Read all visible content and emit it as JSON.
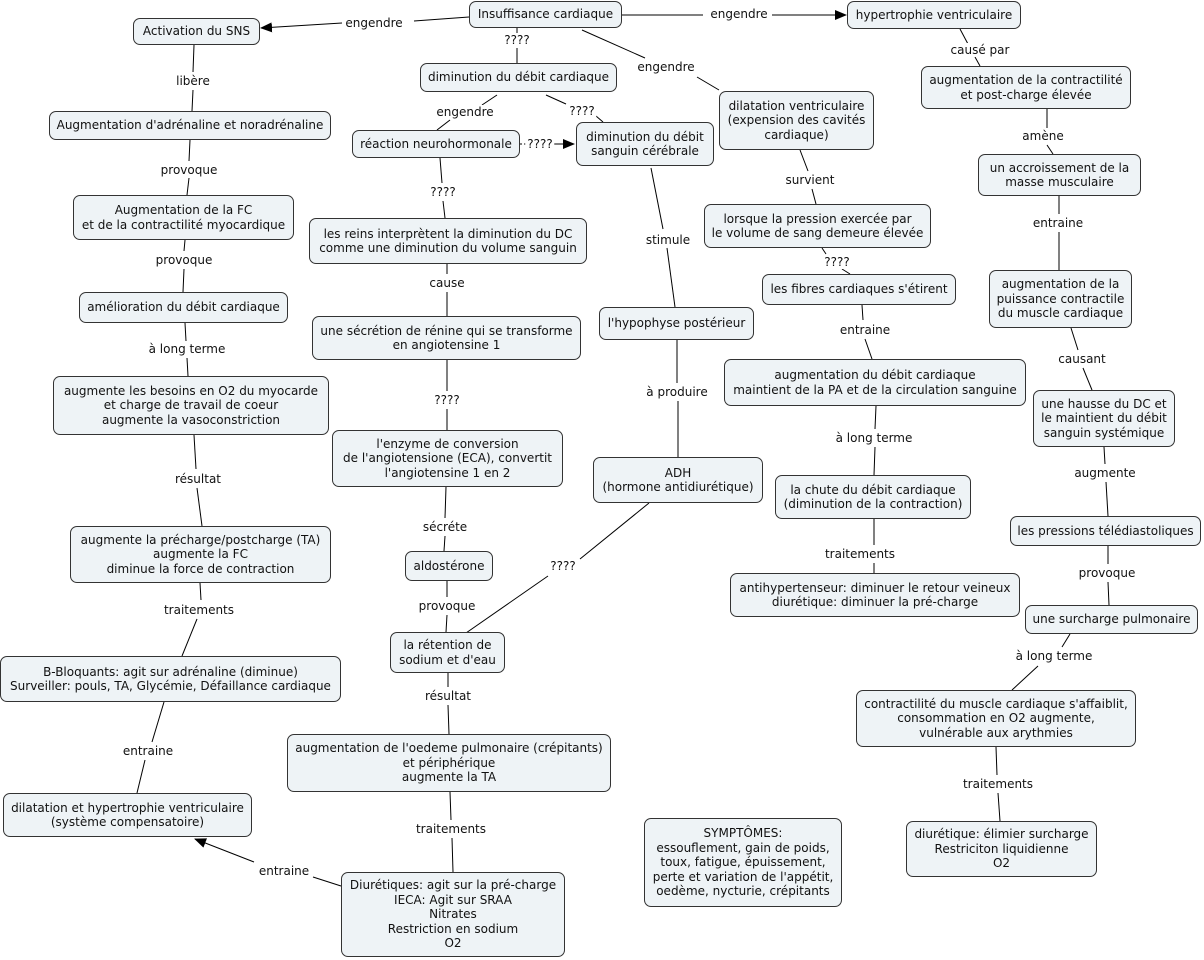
{
  "nodes": {
    "insuffisance": "Insuffisance cardiaque",
    "activation_sns": "Activation du SNS",
    "hypertrophie_ventriculaire": "hypertrophie ventriculaire",
    "diminution_debit": "diminution du débit cardiaque",
    "augm_adrenaline": "Augmentation d'adrénaline et noradrénaline",
    "reaction_neuro": "réaction neurohormonale",
    "diminution_cerebral": "diminution du débit\nsanguin cérébrale",
    "dilatation": "dilatation ventriculaire\n(expension des cavités\ncardiaque)",
    "augm_contractilite_postcharge": "augmentation de la contractilité\net post-charge élevée",
    "accroissement_masse": "un accroissement de la\nmasse musculaire",
    "augm_fc_contractilite": "Augmentation de la FC\net de la contractilité myocardique",
    "reins": "les reins interprètent la diminution du DC\ncomme une diminution du volume sanguin",
    "pression_elevee": "lorsque la pression exercée par\nle volume de sang demeure élevée",
    "fibres_etirent": "les fibres cardiaques s'étirent",
    "augm_puissance": "augmentation de la\npuissance contractile\ndu muscle cardiaque",
    "amelioration_debit": "amélioration du débit cardiaque",
    "renine": "une sécrétion de rénine qui se transforme\nen angiotensine 1",
    "hypophyse": "l'hypophyse postérieur",
    "augm_besoins_o2": "augmente les besoins en O2 du myocarde\net charge de travail de coeur\naugmente la vasoconstriction",
    "augm_debit_pa": "augmentation du débit cardiaque\nmaintient de la PA et de la circulation sanguine",
    "hausse_dc": "une hausse du DC et\nle maintient du débit\nsanguin systémique",
    "eca": "l'enzyme de conversion\nde l'angiotensione (ECA), convertit\nl'angiotensine 1 en 2",
    "adh": "ADH\n(hormone antidiurétique)",
    "chute_debit": "la chute du débit cardiaque\n(diminution de la contraction)",
    "pressions_telediastoliques": "les pressions télédiastoliques",
    "augm_precharge": "augmente la précharge/postcharge (TA)\naugmente la FC\ndiminue la force de contraction",
    "aldosterone": "aldostérone",
    "antihypertenseur": "antihypertenseur: diminuer le retour veineux\ndiurétique: diminuer la pré-charge",
    "surcharge_pulmonaire": "une surcharge pulmonaire",
    "retention": "la rétention de\nsodium et d'eau",
    "bbloquants": "B-Bloquants: agit sur adrénaline (diminue)\nSurveiller: pouls, TA, Glycémie, Défaillance cardiaque",
    "contractilite_affaiblit": "contractilité du muscle cardiaque s'affaiblit,\nconsommation en O2 augmente,\nvulnérable aux arythmies",
    "oedeme": "augmentation de l'oedeme pulmonaire (crépitants)\net périphérique\naugmente la TA",
    "dilatation_hypertrophie": "dilatation et hypertrophie ventriculaire\n(système compensatoire)",
    "symptomes": "SYMPTÔMES:\nessouflement, gain de poids,\ntoux, fatigue, épuissement,\nperte et variation de l'appétit,\noedème, nycturie, crépitants",
    "diuretique_surcharge": "diurétique: élimier surcharge\nRestriciton liquidienne\nO2",
    "diuretiques_main": "Diurétiques: agit sur la pré-charge\nIECA: Agit sur SRAA\nNitrates\nRestriction en sodium\nO2"
  },
  "links": {
    "l_engendre_sns": "engendre",
    "l_engendre_hyper": "engendre",
    "l_engendre_dil": "engendre",
    "l_q_insuf": "????",
    "l_libere": "libère",
    "l_cause_par": "causé par",
    "l_engendre_neuro": "engendre",
    "l_q_cereb": "????",
    "l_q_neuro_cereb": "????",
    "l_amene": "amène",
    "l_provoque1": "provoque",
    "l_survient": "survient",
    "l_entraine_r1": "entraine",
    "l_q_reins": "????",
    "l_stimule": "stimule",
    "l_provoque2": "provoque",
    "l_q_fibres": "????",
    "l_cause": "cause",
    "l_entraine_fibres": "entraine",
    "l_causant": "causant",
    "l_long_terme1": "à long terme",
    "l_a_produire": "à produire",
    "l_q_renine": "????",
    "l_long_terme2": "à long terme",
    "l_augmente": "augmente",
    "l_resultat1": "résultat",
    "l_secrete": "sécréte",
    "l_traitements_mid": "traitements",
    "l_q_adh": "????",
    "l_provoque3": "provoque",
    "l_provoque4": "provoque",
    "l_traitements_left": "traitements",
    "l_long_terme3": "à long terme",
    "l_resultat2": "résultat",
    "l_entraine_left": "entraine",
    "l_traitements_center": "traitements",
    "l_traitements_right": "traitements",
    "l_entraine_bottom": "entraine"
  }
}
